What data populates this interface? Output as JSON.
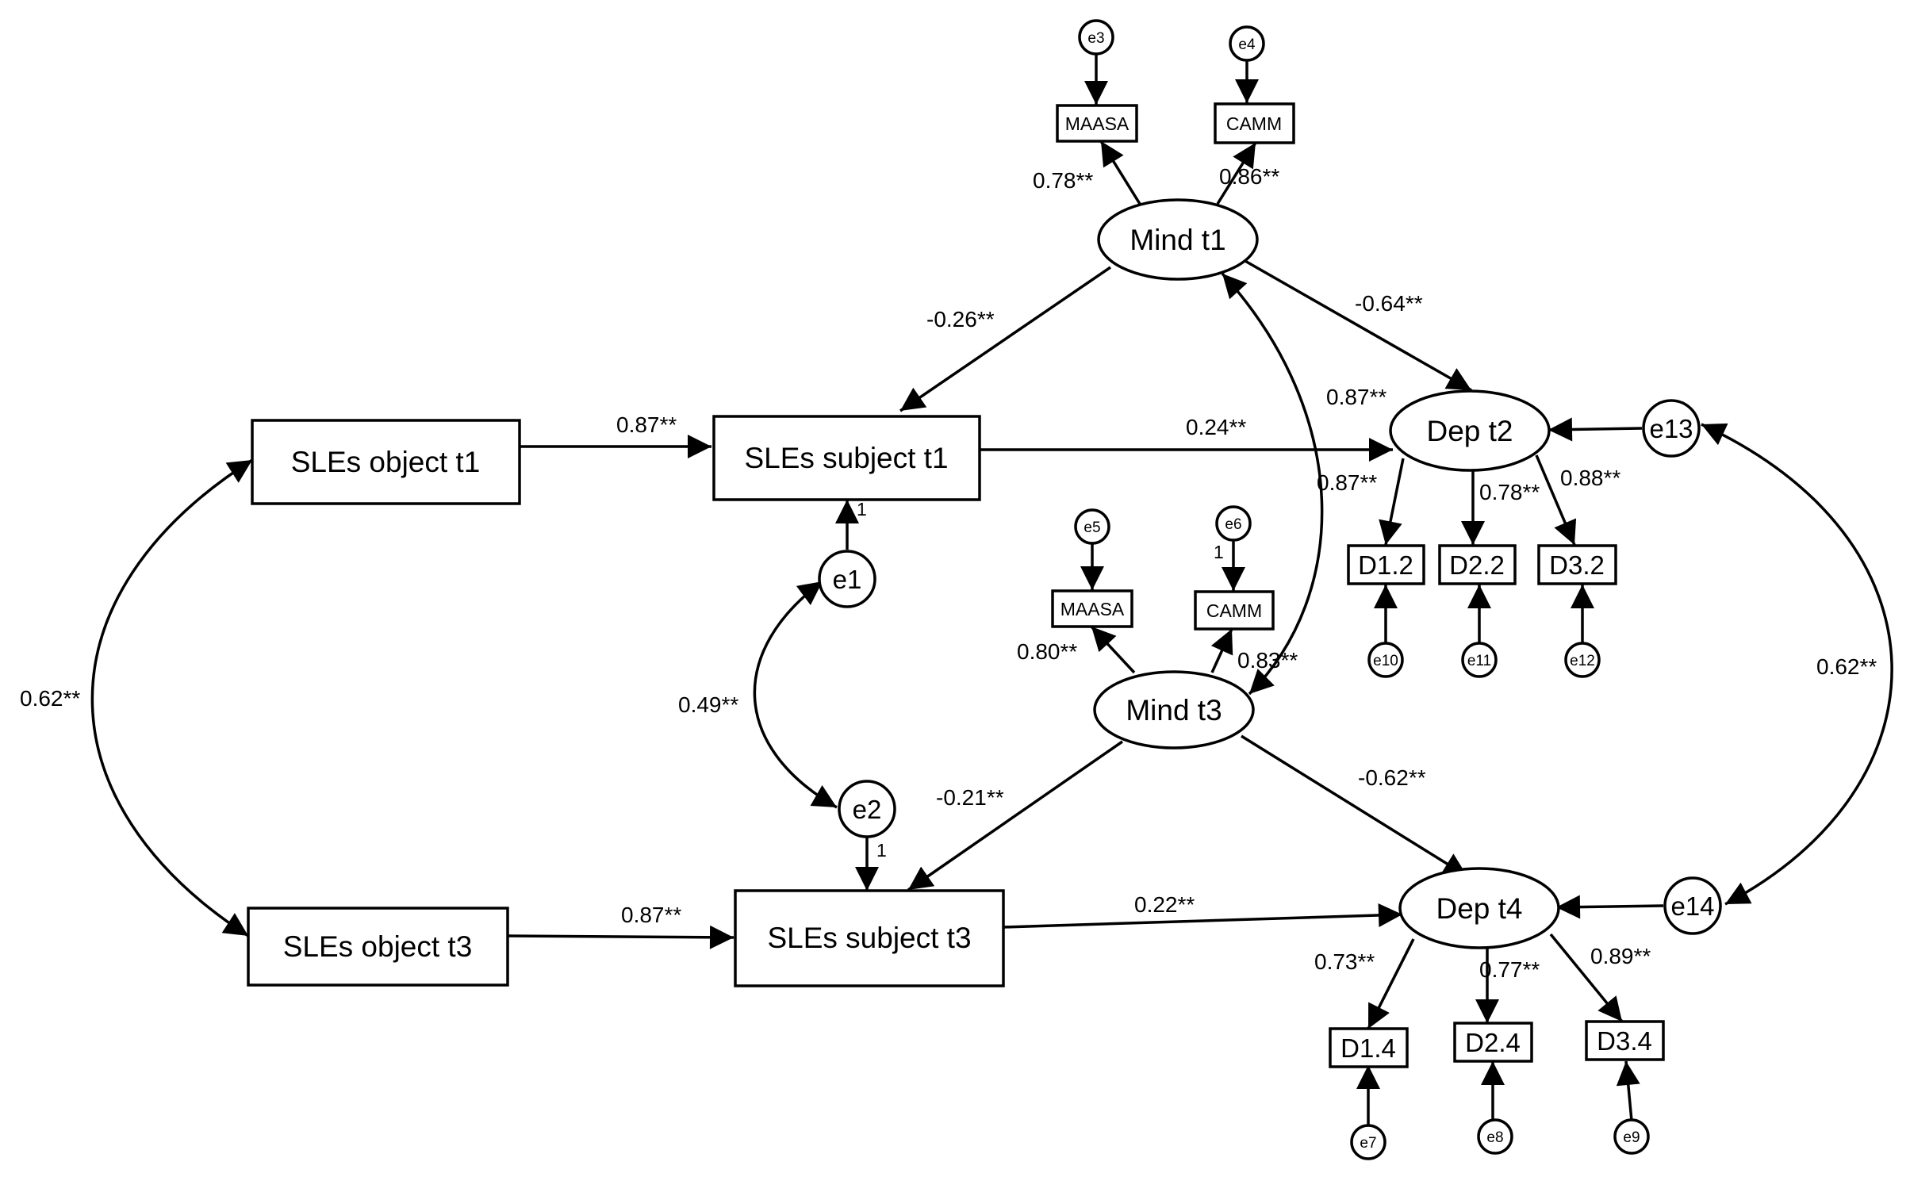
{
  "nodes": {
    "sles_obj_t1": "SLEs object t1",
    "sles_subj_t1": "SLEs subject t1",
    "sles_obj_t3": "SLEs object t3",
    "sles_subj_t3": "SLEs subject t3",
    "mind_t1": "Mind t1",
    "mind_t3": "Mind t3",
    "dep_t2": "Dep t2",
    "dep_t4": "Dep t4",
    "maasa_t1": "MAASA",
    "camm_t1": "CAMM",
    "maasa_t3": "MAASA",
    "camm_t3": "CAMM",
    "d1_2": "D1.2",
    "d2_2": "D2.2",
    "d3_2": "D3.2",
    "d1_4": "D1.4",
    "d2_4": "D2.4",
    "d3_4": "D3.4",
    "e1": "e1",
    "e2": "e2",
    "e3": "e3",
    "e4": "e4",
    "e5": "e5",
    "e6": "e6",
    "e7": "e7",
    "e8": "e8",
    "e9": "e9",
    "e10": "e10",
    "e11": "e11",
    "e12": "e12",
    "e13": "e13",
    "e14": "e14"
  },
  "coefficients": {
    "obj1_subj1": "0.87**",
    "obj3_subj3": "0.87**",
    "subj1_dep2": "0.24**",
    "subj3_dep4": "0.22**",
    "mind1_subj1": "-0.26**",
    "mind1_dep2": "-0.64**",
    "mind3_subj3": "-0.21**",
    "mind3_dep4": "-0.62**",
    "mind1_maasa": "0.78**",
    "mind1_camm": "0.86**",
    "mind3_maasa": "0.80**",
    "mind3_camm": "0.83**",
    "mind1_mind3": "0.87**",
    "obj1_obj3": "0.62**",
    "e1_e2": "0.49**",
    "e13_e14": "0.62**",
    "dep2_d12": "0.87**",
    "dep2_d22": "0.78**",
    "dep2_d32": "0.88**",
    "dep4_d14": "0.73**",
    "dep4_d24": "0.77**",
    "dep4_d34": "0.89**",
    "e1_fixed": "1",
    "e2_fixed": "1",
    "e6_fixed": "1"
  }
}
